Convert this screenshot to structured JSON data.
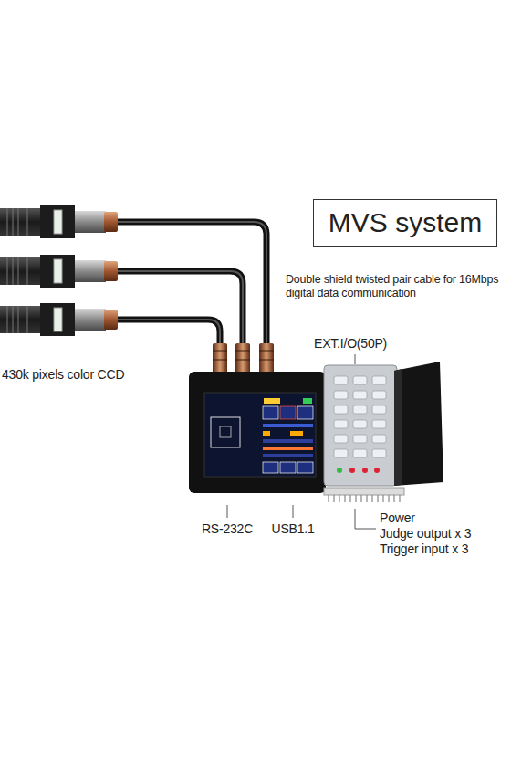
{
  "diagram": {
    "title": "MVS system",
    "labels": [
      "Double shield twisted pair cable for 16Mbps digital data communication",
      "EXT.I/O(50P)",
      "430k pixels color CCD",
      "RS-232C",
      "USB1.1",
      "Power",
      "Judge output x 3",
      "Trigger input x 3"
    ]
  }
}
